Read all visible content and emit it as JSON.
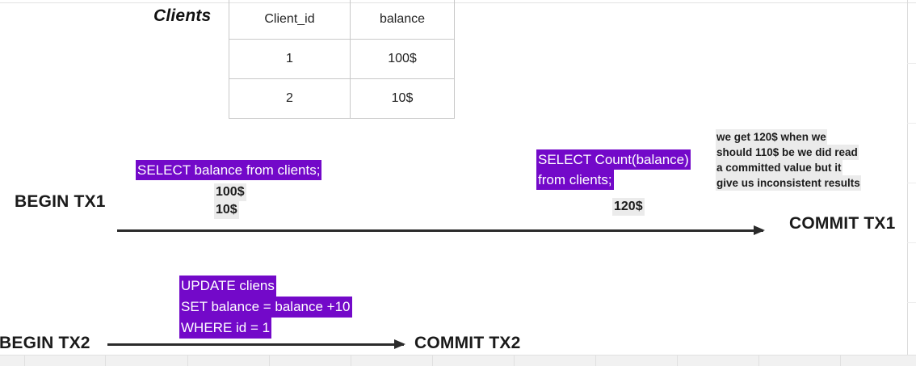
{
  "table": {
    "caption": "Clients",
    "headers": [
      "Client_id",
      "balance"
    ],
    "rows": [
      [
        "1",
        "100$"
      ],
      [
        "2",
        "10$"
      ]
    ]
  },
  "transactions": {
    "tx1": {
      "begin_label": "BEGIN TX1",
      "commit_label": "COMMIT TX1",
      "statements": [
        {
          "lines": [
            "SELECT balance from clients;"
          ]
        },
        {
          "lines": [
            "SELECT Count(balance)",
            "from clients;"
          ]
        }
      ],
      "results": [
        {
          "lines": [
            "100$",
            "10$"
          ]
        },
        {
          "lines": [
            "120$"
          ]
        }
      ]
    },
    "tx2": {
      "begin_label": "BEGIN TX2",
      "commit_label": "COMMIT TX2",
      "statements": [
        {
          "lines": [
            "UPDATE cliens",
            "SET balance = balance +10",
            "WHERE id = 1"
          ]
        }
      ]
    }
  },
  "annotation": {
    "lines": [
      "we get 120$ when we",
      "should 110$ be we did read",
      "a committed value but it",
      "give us inconsistent results"
    ]
  },
  "colors": {
    "highlight_purple": "#7309c9",
    "value_gray": "#ebebeb",
    "text_dark": "#1a1a1a"
  }
}
